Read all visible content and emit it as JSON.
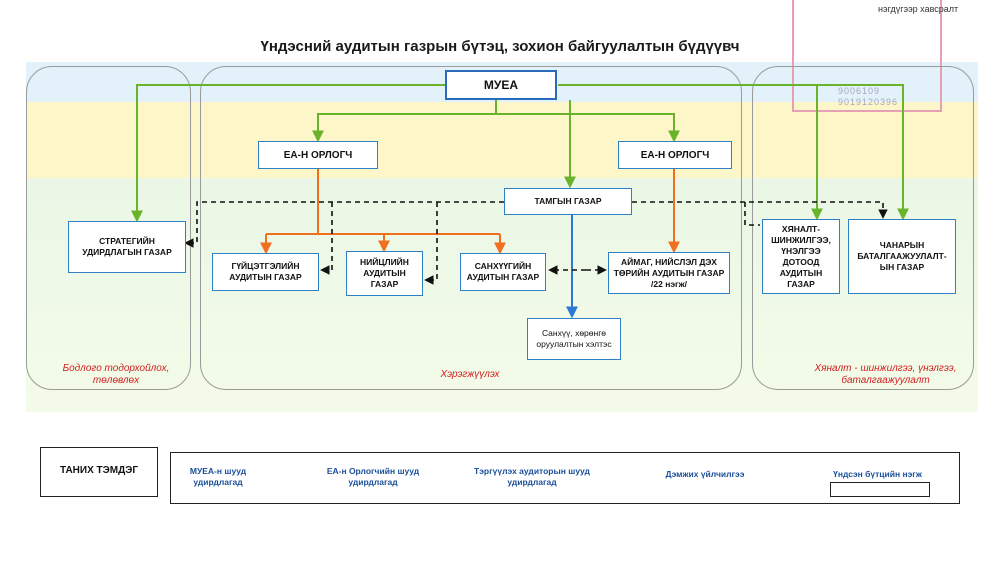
{
  "title": "Үндэсний аудитын газрын бүтэц, зохион байгуулалтын бүдүүвч",
  "stamp": {
    "text": "нэгдүгээр хавсралт",
    "num1": "9006109",
    "num2": "9019120396"
  },
  "nodes": {
    "mueа": "МУЕА",
    "deputy_left": "ЕА-Н ОРЛОГЧ",
    "deputy_right": "ЕА-Н ОРЛОГЧ",
    "secretariat": "ТАМГЫН ГАЗАР",
    "strategy": "СТРАТЕГИЙН УДИРДЛАГЫН ГАЗАР",
    "performance": "ГҮЙЦЭТГЭЛИЙН АУДИТЫН ГАЗАР",
    "compliance": "НИЙЦЛИЙН АУДИТЫН ГАЗАР",
    "financial": "САНХҮҮГИЙН АУДИТЫН ГАЗАР",
    "regional": "АЙМАГ, НИЙСЛЭЛ ДЭХ ТӨРИЙН АУДИТЫН ГАЗАР /22 нэгж/",
    "monitoring": "ХЯНАЛТ-ШИНЖИЛГЭЭ, ҮНЭЛГЭЭ ДОТООД АУДИТЫН ГАЗАР",
    "quality": "ЧАНАРЫН БАТАЛГААЖУУЛАЛТ-ЫН ГАЗАР",
    "finance_system": "Санхүү, хөрөнгө оруулалтын хэлтэс"
  },
  "zones": {
    "left": "Бодлого тодорхойлох, төлөвлөх",
    "middle": "Хэрэгжүүлэх",
    "right": "Хяналт - шинжилгээ, үнэлгээ, баталгаажуулалт"
  },
  "legend": {
    "title": "ТАНИХ ТЭМДЭГ",
    "items": [
      {
        "label": "МУЕА-н шууд удирдлагад",
        "color": "#6ab42c"
      },
      {
        "label": "ЕА-н Орлогчийн шууд удирдлагад",
        "color": "#f07020"
      },
      {
        "label": "Тэргүүлэх аудиторын шууд удирдлагад",
        "color": "#2a7ad0"
      },
      {
        "label": "Дэмжих үйлчилгээ",
        "color": "#111111"
      },
      {
        "label": "Үндсэн бүтцийн нэгж",
        "color": "#111111"
      }
    ]
  },
  "colors": {
    "green": "#6ab42c",
    "orange": "#f07020",
    "blue": "#2a7ad0",
    "black": "#111111",
    "band_yellow": "#fdf6c8",
    "band_green": "#eaf7e6",
    "band_blue": "#e3f1fb"
  }
}
